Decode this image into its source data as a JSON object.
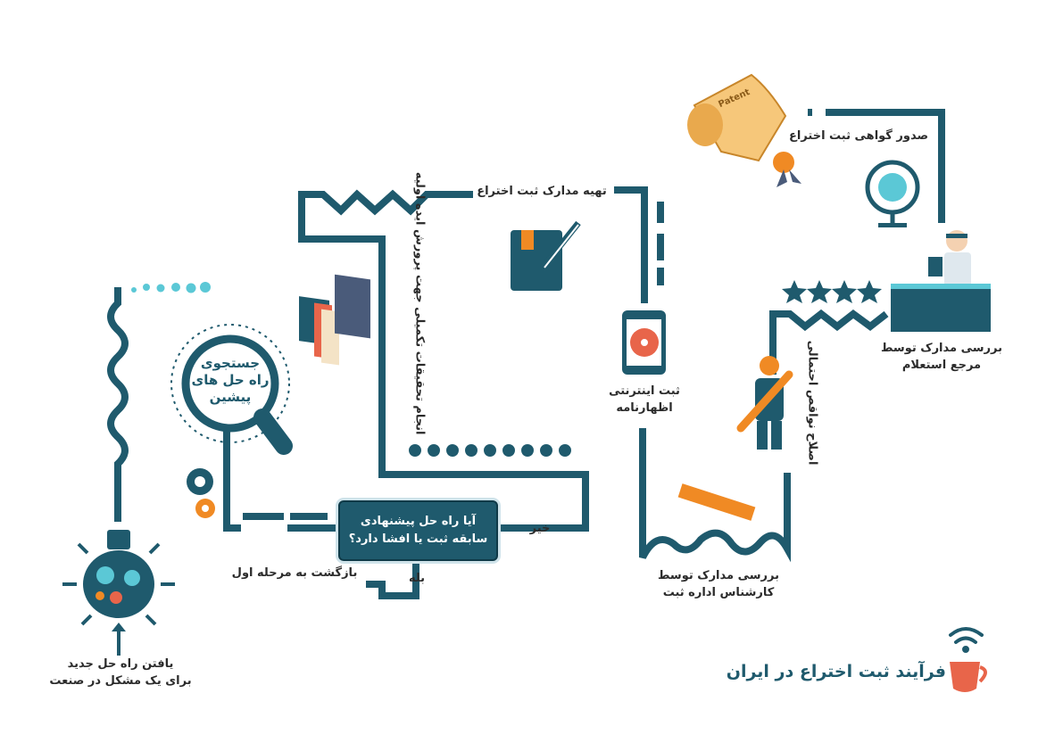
{
  "title": "فرآیند ثبت اختراع در ایران",
  "steps": {
    "find_solution": [
      "یافتن راه حل جدید",
      "برای یک مشکل در صنعت"
    ],
    "search_prior": [
      "جستجوی",
      "راه حل های",
      "پیشین"
    ],
    "research": "انجام تحقیقات تکمیلی جهت پرورش ایده اولیه",
    "decision": [
      "آیا راه حل پیشنهادی",
      "سابقه ثبت یا افشا دارد؟"
    ],
    "yes": "بله",
    "no": "خیر",
    "back_to_start": "بازگشت به مرحله اول",
    "prepare_docs": "تهیه مدارک ثبت اختراع",
    "online_registration": [
      "ثبت اینترنتی",
      "اظهارنامه"
    ],
    "expert_review": [
      "بررسی مدارک توسط",
      "کارشناس اداره ثبت"
    ],
    "fix_defects": "اصلاح نواقص احتمالی",
    "inquiry_review": [
      "بررسی مدارک توسط",
      "مرجع استعلام"
    ],
    "certificate": "صدور گواهی ثبت اختراع",
    "patent_label": "Patent"
  },
  "colors": {
    "primary": "#1f5a6d",
    "accent": "#5bc8d6",
    "orange": "#f08a24",
    "text": "#2b2b2b",
    "mug": "#e8654a"
  },
  "icons": [
    "brain-bulb-icon",
    "magnifier-icon",
    "gears-icon",
    "books-icon",
    "notebook-pen-icon",
    "smartphone-icon",
    "ruler-icon",
    "worker-icon",
    "stars-icon",
    "officer-desk-icon",
    "globe-icon",
    "patent-scroll-icon",
    "wifi-icon",
    "mug-icon"
  ]
}
